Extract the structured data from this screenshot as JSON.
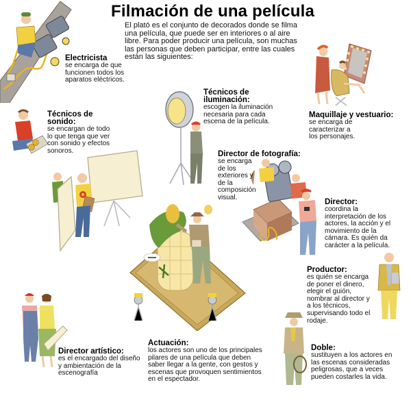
{
  "title": "Filmación de una película",
  "intro": "El plató es el conjunto de decorados donde se filma una película, que puede ser en interiores o al aire libre. Para poder producir una película, son muchas las personas que deben participar, entre las cuales están las siguientes:",
  "roles": {
    "electricista": {
      "heading": "Electricista",
      "description": "se encarga de que funcionen todos los aparatos eléctricos."
    },
    "sonido": {
      "heading": "Técnicos de sonido:",
      "description": "se encargan de todo lo que tenga que ver con sonido y efectos sonoros."
    },
    "iluminacion": {
      "heading": "Técnicos de iluminación:",
      "description": "escogen la iluminación necesaria para cada escena de la película."
    },
    "maquillaje": {
      "heading": "Maquillaje y vestuario:",
      "description": "se encarga de caracterizar a los personajes."
    },
    "fotografia": {
      "heading": "Director de fotografía:",
      "description": "se encarga de los exteriores y de la composición visual."
    },
    "director": {
      "heading": "Director:",
      "description": "coordina la interpretación de los actores, la acción y el movimiento de la cámara. Es quién da carácter a la película."
    },
    "productor": {
      "heading": "Productor:",
      "description": "es quién se encarga de poner el dinero, elegir el guión, nombrar al director y a los técnicos, supervisando todo el rodaje."
    },
    "doble": {
      "heading": "Doble:",
      "description": "sustituyen a los actores en las escenas consideradas peligrosas, que a veces pueden costarles la vida."
    },
    "actuacion": {
      "heading": "Actuación:",
      "description": "los actores son uno de los principales pilares de una película que deben saber llegar a la gente, con gestos y escenas que provoquen sentimientos en el espectador."
    },
    "artistico": {
      "heading": "Director artístico:",
      "description": "es el encargado del diseño y ambientación de la escenografía"
    }
  },
  "colors": {
    "cable_yellow": "#e8b422",
    "shirt_red": "#d8402a",
    "shirt_yellow": "#f2d040",
    "jeans_blue": "#5a78a8",
    "set_sand": "#c9a85a",
    "metal_gray": "#8a94a4",
    "panel_cream": "#f6efd2"
  }
}
